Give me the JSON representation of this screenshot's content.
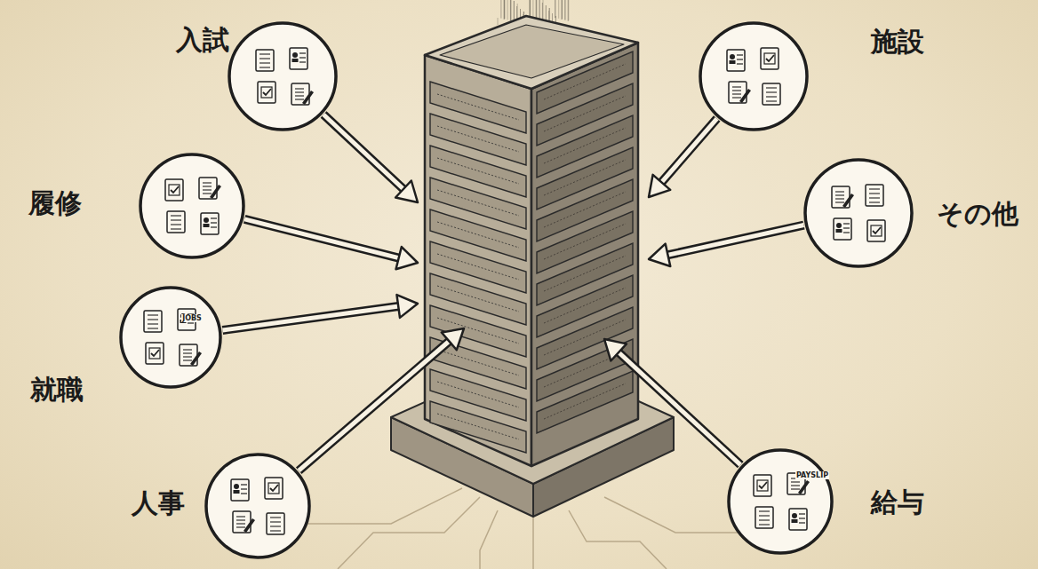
{
  "diagram": {
    "nodes": [
      {
        "text": [
          "入試"
        ]
      },
      {
        "text": [
          "施設"
        ]
      },
      {
        "text": [
          "履修"
        ]
      },
      {
        "text": [
          "その他"
        ]
      },
      {
        "text": [
          "就職"
        ]
      },
      {
        "text": [
          "人事"
        ]
      },
      {
        "text": [
          "給与"
        ]
      },
      {
        "text": []
      }
    ],
    "edges": [
      {
        "from": 0,
        "to": 7,
        "arrow": "to"
      },
      {
        "from": 1,
        "to": 7,
        "arrow": "to"
      },
      {
        "from": 2,
        "to": 7,
        "arrow": "to"
      },
      {
        "from": 3,
        "to": 7,
        "arrow": "to"
      },
      {
        "from": 4,
        "to": 7,
        "arrow": "to"
      },
      {
        "from": 5,
        "to": 7,
        "arrow": "to"
      },
      {
        "from": 6,
        "to": 7,
        "arrow": "to"
      }
    ],
    "labels": [
      "JOBS",
      "PAYSLIP"
    ]
  }
}
